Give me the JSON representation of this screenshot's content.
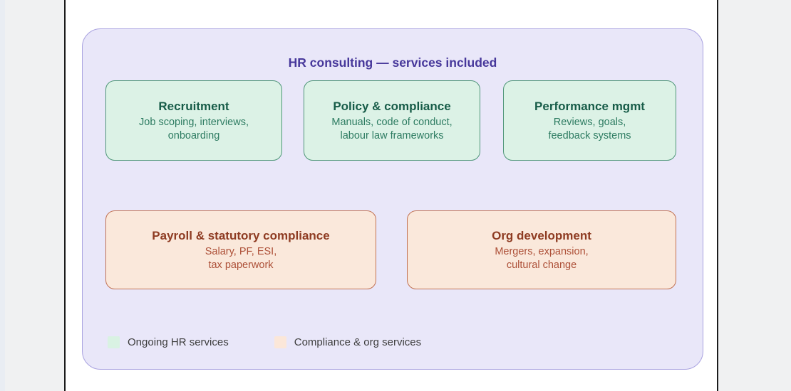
{
  "diagram": {
    "title": "HR consulting — services included",
    "green_boxes": [
      {
        "title": "Recruitment",
        "subtitle": "Job scoping, interviews,\nonboarding"
      },
      {
        "title": "Policy & compliance",
        "subtitle": "Manuals, code of conduct,\nlabour law frameworks"
      },
      {
        "title": "Performance mgmt",
        "subtitle": "Reviews, goals,\nfeedback systems"
      }
    ],
    "orange_boxes": [
      {
        "title": "Payroll & statutory compliance",
        "subtitle": "Salary, PF, ESI,\ntax paperwork"
      },
      {
        "title": "Org development",
        "subtitle": "Mergers, expansion,\ncultural change"
      }
    ],
    "legend": [
      {
        "label": "Ongoing HR services",
        "swatch": "#d9f2e3"
      },
      {
        "label": "Compliance & org services",
        "swatch": "#fbe7d9"
      }
    ]
  },
  "colors": {
    "outer_bg": "#f0f1f2",
    "page_bg": "#ffffff",
    "frame_line": "#1b1b1b",
    "container_fill": "#e9e7f9",
    "container_border": "#a9a2e0",
    "title_color": "#47389b",
    "green_fill": "#dcf2e6",
    "green_border": "#4f9679",
    "green_title": "#175c48",
    "green_text": "#2e7c62",
    "orange_fill": "#fae8db",
    "orange_border": "#c17254",
    "orange_title": "#8e3b22",
    "orange_text": "#ad5038",
    "legend_text": "#3d3d3d"
  }
}
